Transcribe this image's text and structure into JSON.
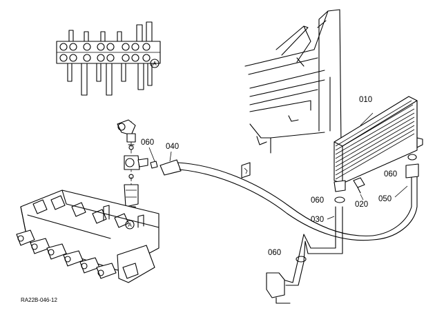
{
  "labels": {
    "p010": "010",
    "p020": "020",
    "p030": "030",
    "p040": "040",
    "p050": "050",
    "p060_top": "060",
    "p060_right": "060",
    "p060_mid": "060",
    "p060_bottom": "060"
  },
  "callouts": {
    "a_inset": "A",
    "a_valve": "A"
  },
  "reference_code": "RA22B-046-12"
}
